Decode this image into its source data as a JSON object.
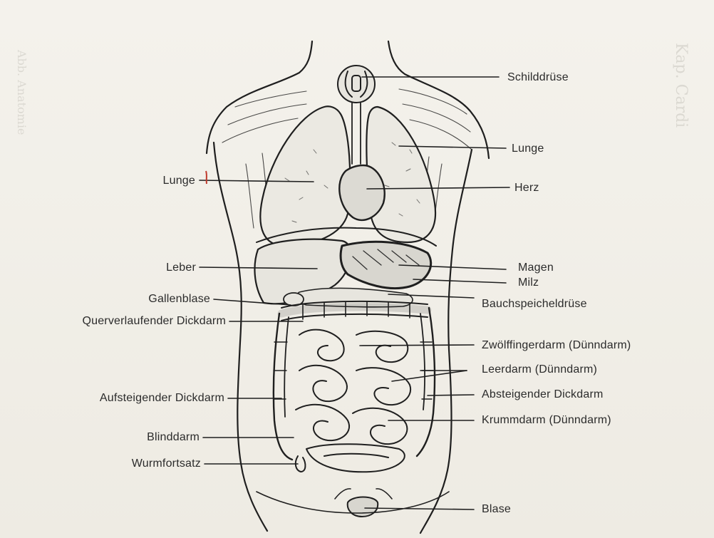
{
  "labels": {
    "schilddruese": "Schilddrüse",
    "lunge_right": "Lunge",
    "lunge_left": "Lunge",
    "herz": "Herz",
    "leber": "Leber",
    "magen": "Magen",
    "milz": "Milz",
    "gallenblase": "Gallenblase",
    "bauchspeicheldruese": "Bauchspeicheldrüse",
    "querverlaufender_dickdarm": "Querverlaufender Dickdarm",
    "zwoelffingerdarm": "Zwölffingerdarm (Dünndarm)",
    "leerdarm": "Leerdarm (Dünndarm)",
    "aufsteigender_dickdarm": "Aufsteigender Dickdarm",
    "absteigender_dickdarm": "Absteigender Dickdarm",
    "krummdarm": "Krummdarm (Dünndarm)",
    "blinddarm": "Blinddarm",
    "wurmfortsatz": "Wurmfortsatz",
    "blase": "Blase"
  },
  "colors": {
    "paper": "#f1efe8",
    "ink": "#1f1f1f",
    "organ_fill": "#e7e5de",
    "lung_fill": "#ebe9e2",
    "heart_fill": "#dcdad3",
    "accent_mark": "#c0392b"
  }
}
